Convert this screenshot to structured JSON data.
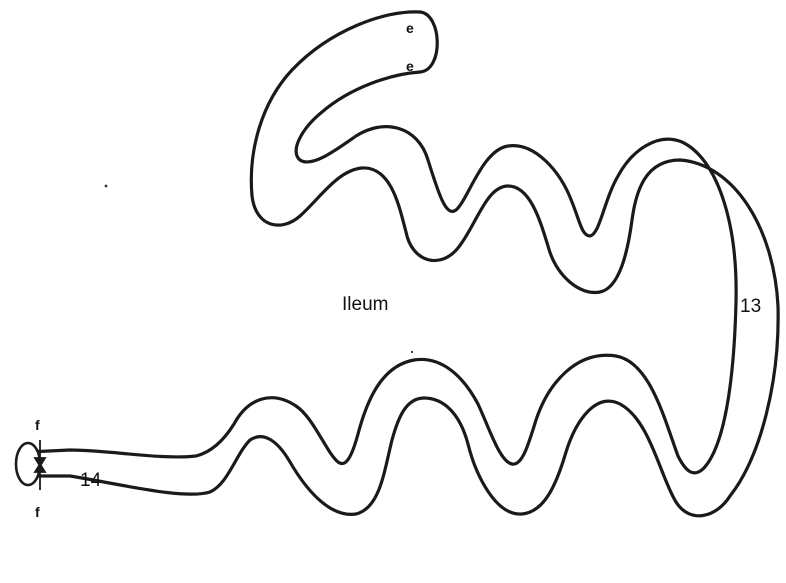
{
  "labels": {
    "region": "Ileum",
    "segment_upper": "13",
    "segment_lower": "14",
    "marker_e_top": "e",
    "marker_e_bottom": "e",
    "marker_f_top": "f",
    "marker_f_bottom": "f"
  },
  "colors": {
    "line": "#1a1a1a",
    "background": "#ffffff"
  }
}
